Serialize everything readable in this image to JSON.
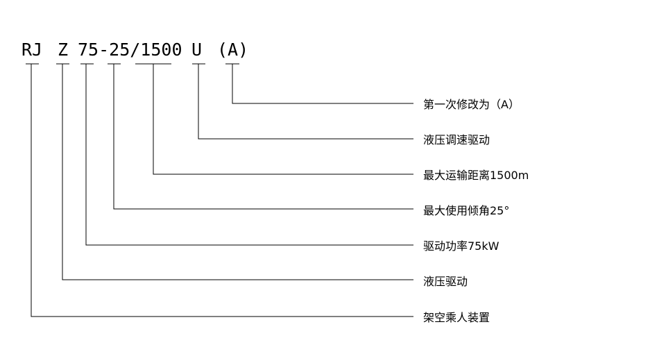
{
  "code_parts": [
    "RJ",
    "Z",
    "75-25/1500",
    "U",
    "(A)"
  ],
  "descriptions": [
    "第一次修改为（A）",
    "液压调速驱动",
    "最大运输距离1500m",
    "最大使用倾角25°",
    "驱动功率75kW",
    "液压驱动",
    "架空乘人装置"
  ]
}
